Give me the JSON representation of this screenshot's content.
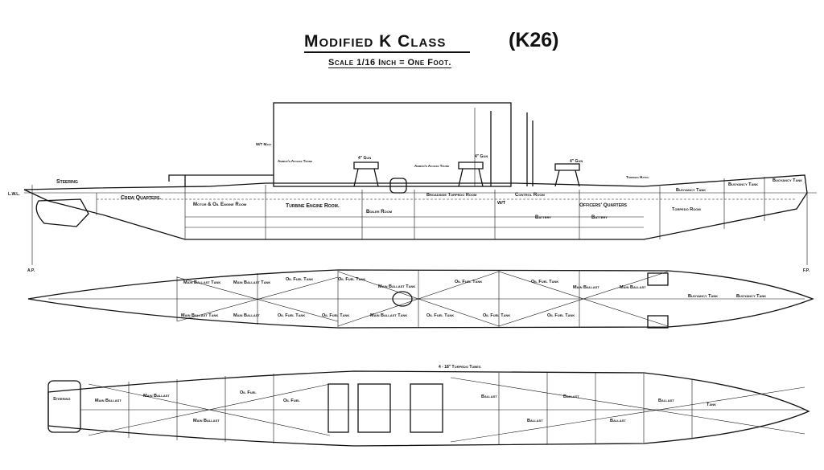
{
  "header": {
    "title": "Modified K Class",
    "class_id": "(K26)",
    "scale": "Scale 1/16 Inch = One Foot."
  },
  "profile": {
    "labels": {
      "steering": "Steering",
      "crew_quarters": "Crew Quarters.",
      "motor_room": "Motor & Oil Engine Room",
      "turbine_room": "Turbine Engine Room.",
      "boiler_room": "Boiler Room",
      "broadside_torpedo": "Broadside Torpedo Room",
      "wt": "W/T",
      "control_room": "Control Room",
      "officers": "Officers' Quarters",
      "battery1": "Battery",
      "battery2": "Battery",
      "torpedo_room": "Torpedo Room",
      "buoyancy1": "Buoyancy Tank",
      "buoyancy2": "Buoyancy Tank",
      "buoyancy3": "Buoyancy Tank",
      "gun1": "4\" Gun",
      "gun2": "4\" Gun",
      "gun3": "4\" Gun",
      "ammo1": "Ammun'n Access Trunk",
      "ammo2": "Ammun'n Access Trunk",
      "torpedo_hatch": "Torpedo Hatch",
      "wt_mast": "W/T Mast",
      "lwl": "L.W.L.",
      "ap": "A.P.",
      "fp": "F.P."
    }
  },
  "plan_tanks": {
    "upper": [
      "Main Ballast Tank",
      "Main Ballast Tank",
      "Oil Fuel Tank",
      "Oil Fuel Tank",
      "Main Ballast Tank",
      "Oil Fuel Tank",
      "Oil Fuel Tank",
      "Main Ballast",
      "Main Ballast",
      "Buoyancy Tank",
      "Buoyancy Tank"
    ],
    "lower": [
      "Main Ballast Tank",
      "Main Ballast",
      "Oil Fuel Tank",
      "Oil Fuel Tank",
      "Main Ballast Tank",
      "Oil Fuel Tank",
      "Oil Fuel Tank",
      "Oil Fuel Tank"
    ]
  },
  "deck_plan": {
    "labels": [
      "Steering",
      "Main Ballast",
      "Main Ballast",
      "Main Ballast",
      "Oil Fuel",
      "Oil Fuel",
      "Ballast",
      "Ballast",
      "Ballast",
      "Ballast",
      "Ballast",
      "Tank"
    ],
    "torpedo_tubes": "4 - 18\" Torpedo Tubes"
  }
}
